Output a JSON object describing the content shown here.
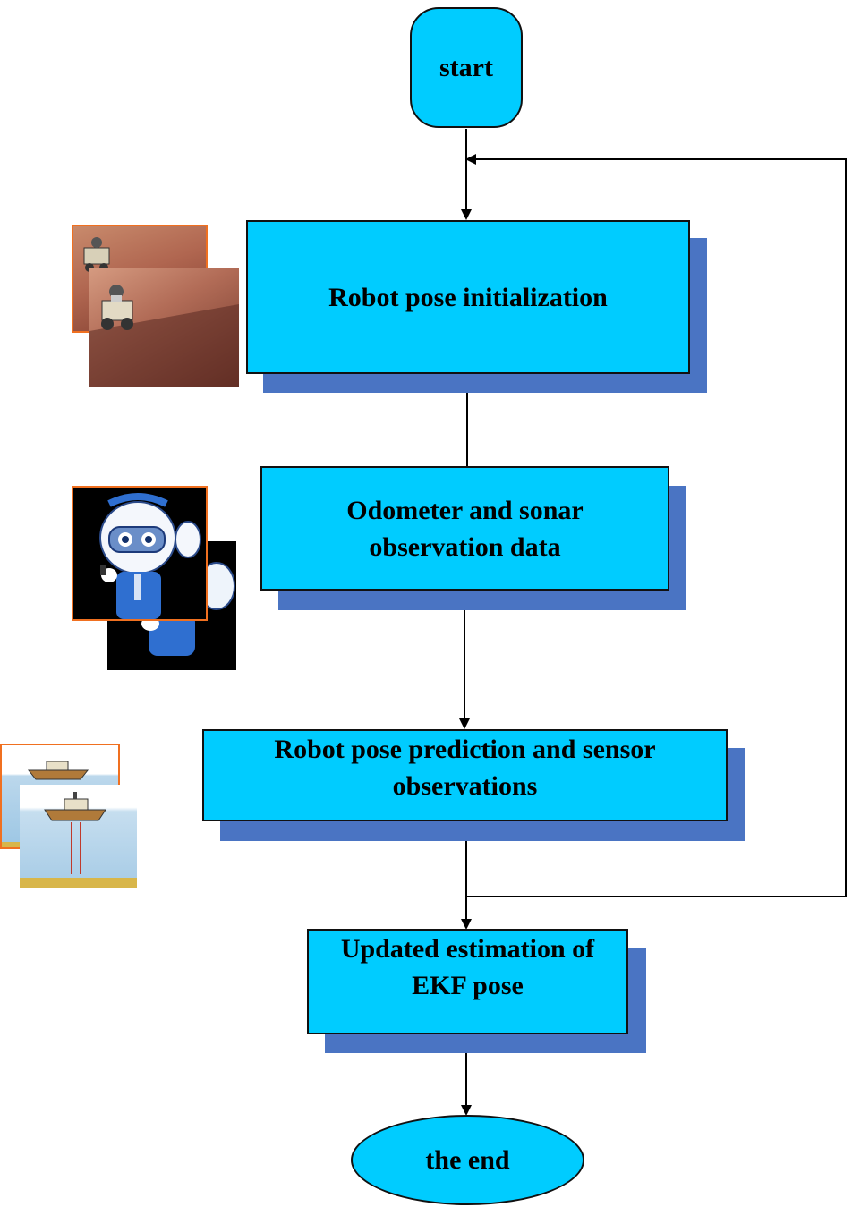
{
  "flowchart": {
    "start_label": "start",
    "steps": [
      "Robot pose initialization",
      "Odometer and sonar observation data",
      "Robot pose prediction and sensor observations",
      "Updated estimation of EKF pose"
    ],
    "end_label": "the end"
  },
  "colors": {
    "box_fill": "#00ccff",
    "box_shadow": "#4a74c3",
    "line": "#000000"
  },
  "images": [
    {
      "name": "rover-in-canyon-photo",
      "depicts": "rover robot in red canyon"
    },
    {
      "name": "cartoon-robot-officer-illustration",
      "depicts": "cartoon robot in blue uniform"
    },
    {
      "name": "sonar-ship-illustration",
      "depicts": "ship emitting sonar pulses to seabed"
    }
  ]
}
